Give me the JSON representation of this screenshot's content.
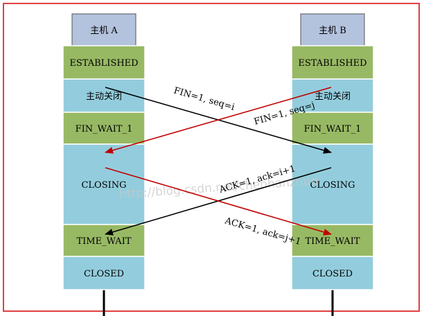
{
  "hosts": [
    {
      "id": "A",
      "label": "主机 A"
    },
    {
      "id": "B",
      "label": "主机 B"
    }
  ],
  "states_a": [
    {
      "label": "ESTABLISHED",
      "color": "#98b964"
    },
    {
      "label": "主动关闭",
      "color": "#93cddd"
    },
    {
      "label": "FIN_WAIT_1",
      "color": "#98b964"
    },
    {
      "label": "CLOSING",
      "color": "#93cddd"
    },
    {
      "label": "TIME_WAIT",
      "color": "#98b964"
    },
    {
      "label": "CLOSED",
      "color": "#93cddd"
    }
  ],
  "states_b": [
    {
      "label": "ESTABLISHED",
      "color": "#98b964"
    },
    {
      "label": "主动关闭",
      "color": "#93cddd"
    },
    {
      "label": "FIN_WAIT_1",
      "color": "#98b964"
    },
    {
      "label": "CLOSING",
      "color": "#93cddd"
    },
    {
      "label": "TIME_WAIT",
      "color": "#98b964"
    },
    {
      "label": "CLOSED",
      "color": "#93cddd"
    }
  ],
  "messages": [
    {
      "label": "FIN=1, seq=i",
      "color": "#000000",
      "direction": "A-to-B"
    },
    {
      "label": "FIN=1, seq=j",
      "color": "#c00000",
      "direction": "B-to-A"
    },
    {
      "label": "ACK=1, ack=i+1",
      "color": "#000000",
      "direction": "B-to-A"
    },
    {
      "label": "ACK=1, ack=j+1",
      "color": "#c00000",
      "direction": "A-to-B"
    }
  ],
  "watermark": "http://blog.csdn.net/chenhanzhun",
  "colors": {
    "host_box": "#b3c2dd",
    "frame": "#e04040",
    "lifeline": "#000000"
  }
}
